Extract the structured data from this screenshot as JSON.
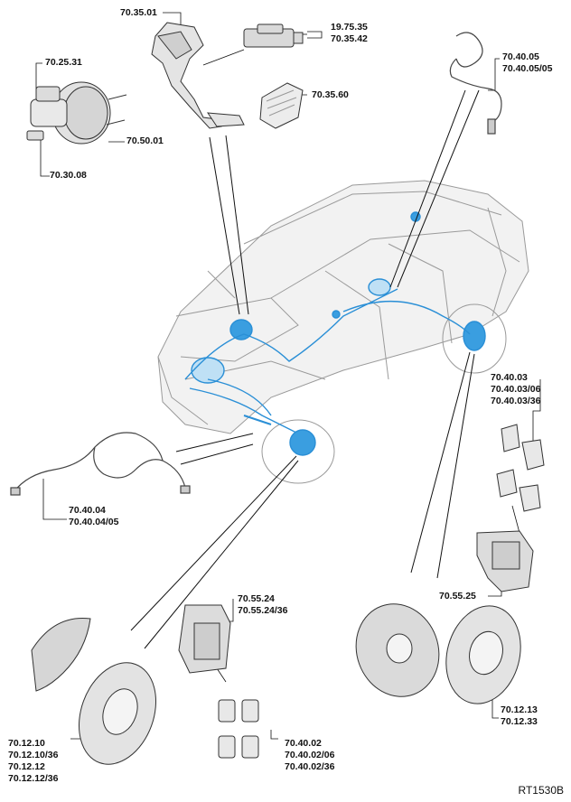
{
  "labels": {
    "pedal": [
      "70.35.01"
    ],
    "switch": [
      "19.75.35",
      "70.35.42"
    ],
    "master_cyl": [
      "70.25.31"
    ],
    "pad_cover": [
      "70.35.60"
    ],
    "booster": [
      "70.50.01"
    ],
    "reservoir": [
      "70.30.08"
    ],
    "rear_sensor": [
      "70.40.05",
      "70.40.05/05"
    ],
    "rear_pads": [
      "70.40.03",
      "70.40.03/06",
      "70.40.03/36"
    ],
    "front_sensor": [
      "70.40.04",
      "70.40.04/05"
    ],
    "rear_caliper": [
      "70.55.25"
    ],
    "front_caliper": [
      "70.55.24",
      "70.55.24/36"
    ],
    "rear_disc": [
      "70.12.13",
      "70.12.33"
    ],
    "front_disc": [
      "70.12.10",
      "70.12.10/36",
      "70.12.12",
      "70.12.12/36"
    ],
    "front_pads": [
      "70.40.02",
      "70.40.02/06",
      "70.40.02/36"
    ]
  },
  "reference": "RT1530B",
  "colors": {
    "highlight": "#2a8fd6",
    "line": "#222222",
    "part_fill": "#e4e4e4",
    "car_line": "#9a9a9a"
  }
}
